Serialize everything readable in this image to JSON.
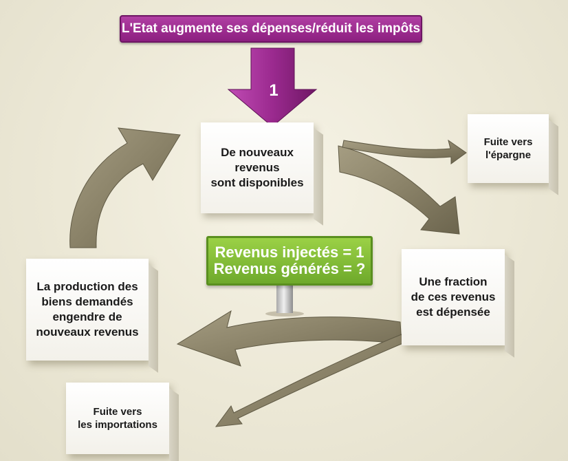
{
  "banner": {
    "text": "L'Etat augmente ses dépenses/réduit les impôts"
  },
  "arrow_number": "1",
  "boxes": {
    "top": "De nouveaux\nrevenus\nsont disponibles",
    "savings": "Fuite vers\nl'épargne",
    "spent": "Une fraction\nde ces revenus\nest dépensée",
    "production": "La production des\nbiens demandés\nengendre de\nnouveaux revenus",
    "imports": "Fuite vers\nles importations"
  },
  "sign": {
    "line1": "Revenus injectés = 1",
    "line2": "Revenus générés = ?"
  },
  "colors": {
    "banner": "#9a2a8e",
    "down_arrow": "#9b2a8f",
    "cycle_arrow": "#8a8268",
    "sign": "#7fbd33"
  }
}
